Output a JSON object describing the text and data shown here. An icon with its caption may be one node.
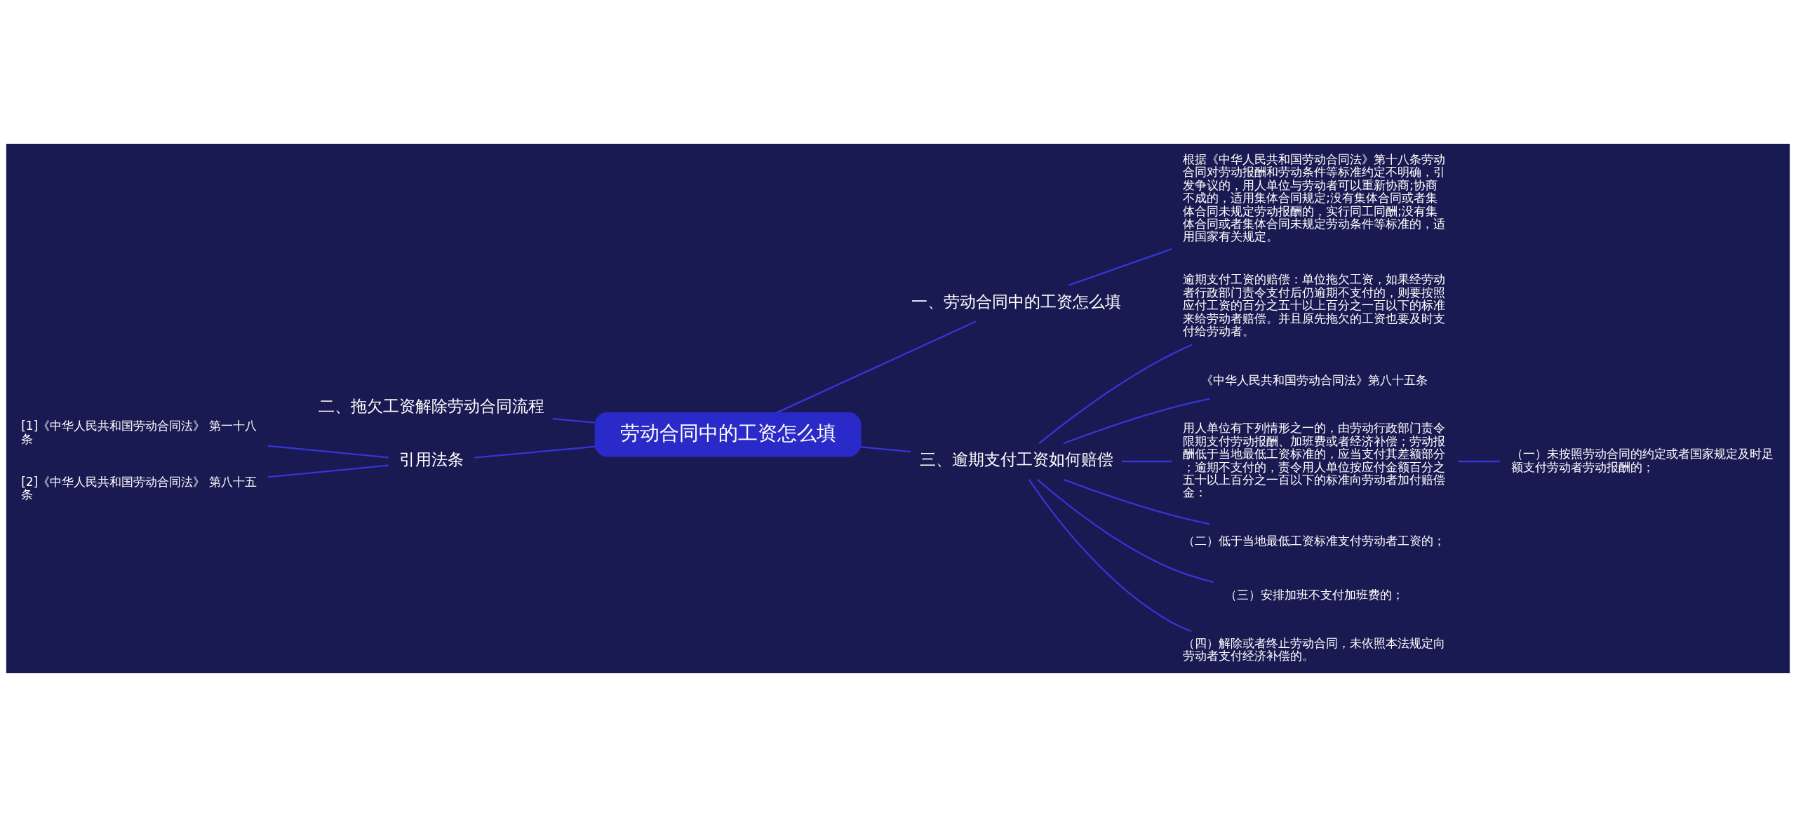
{
  "diagram": {
    "nodes": [
      {
        "text": [
          "劳动合同中的工资怎么填"
        ]
      },
      {
        "text": [
          "一、劳动合同中的工资怎么填"
        ]
      },
      {
        "text": [
          "根据《中华人民共和国劳动合同法》第十八条劳动合同对劳动报酬和劳动条件等标准约定不明确，引发争议的，用人单位与劳动者可以重新协商;协商不成的，适用集体合同规定;没有集体合同或者集体合同未规定劳动报酬的，实行同工同酬;没有集体合同或者集体合同未规定劳动条件等标准的，适用国家有关规定。"
        ]
      },
      {
        "text": [
          "二、拖欠工资解除劳动合同流程"
        ]
      },
      {
        "text": [
          "引用法条"
        ]
      },
      {
        "text": [
          "[1]《中华人民共和国劳动合同法》 第一十八条"
        ]
      },
      {
        "text": [
          "[2]《中华人民共和国劳动合同法》 第八十五条"
        ]
      },
      {
        "text": [
          "三、逾期支付工资如何赔偿"
        ]
      },
      {
        "text": [
          "逾期支付工资的赔偿：单位拖欠工资，如果经劳动者行政部门责令支付后仍逾期不支付的，则要按照应付工资的百分之五十以上百分之一百以下的标准来给劳动者赔偿。并且原先拖欠的工资也要及时支付给劳动者。"
        ]
      },
      {
        "text": [
          "《中华人民共和国劳动合同法》第八十五条"
        ]
      },
      {
        "text": [
          "用人单位有下列情形之一的，由劳动行政部门责令限期支付劳动报酬、加班费或者经济补偿；劳动报酬低于当地最低工资标准的，应当支付其差额部分；逾期不支付的，责令用人单位按应付金额百分之五十以上百分之一百以下的标准向劳动者加付赔偿金："
        ]
      },
      {
        "text": [
          "（一）未按照劳动合同的约定或者国家规定及时足额支付劳动者劳动报酬的；"
        ]
      },
      {
        "text": [
          "（二）低于当地最低工资标准支付劳动者工资的；"
        ]
      },
      {
        "text": [
          "（三）安排加班不支付加班费的；"
        ]
      },
      {
        "text": [
          "（四）解除或者终止劳动合同，未依照本法规定向劳动者支付经济补偿的。"
        ]
      }
    ],
    "edges": [
      {
        "from": 0,
        "to": 1,
        "arrow": "none"
      },
      {
        "from": 1,
        "to": 2,
        "arrow": "none"
      },
      {
        "from": 0,
        "to": 3,
        "arrow": "none"
      },
      {
        "from": 0,
        "to": 4,
        "arrow": "none"
      },
      {
        "from": 4,
        "to": 5,
        "arrow": "none"
      },
      {
        "from": 4,
        "to": 6,
        "arrow": "none"
      },
      {
        "from": 0,
        "to": 7,
        "arrow": "none"
      },
      {
        "from": 7,
        "to": 8,
        "arrow": "none"
      },
      {
        "from": 7,
        "to": 9,
        "arrow": "none"
      },
      {
        "from": 7,
        "to": 10,
        "arrow": "none"
      },
      {
        "from": 10,
        "to": 11,
        "arrow": "none"
      },
      {
        "from": 7,
        "to": 12,
        "arrow": "none"
      },
      {
        "from": 7,
        "to": 13,
        "arrow": "none"
      },
      {
        "from": 7,
        "to": 14,
        "arrow": "none"
      }
    ]
  }
}
